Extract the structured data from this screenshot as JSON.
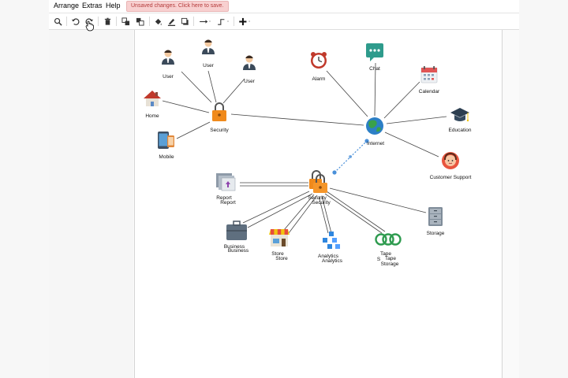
{
  "menu": {
    "items": [
      "Arrange",
      "Extras",
      "Help"
    ],
    "unsaved_notice": "Unsaved changes. Click here to save."
  },
  "toolbar": {
    "icons": [
      "zoom-icon",
      "undo-icon",
      "redo-icon",
      "delete-icon",
      "to-front-icon",
      "to-back-icon",
      "fill-color-icon",
      "line-color-icon",
      "shadow-icon",
      "connection-icon",
      "waypoints-icon",
      "insert-icon"
    ]
  },
  "diagram": {
    "nodes": {
      "user1": "User",
      "user2": "User",
      "user3": "User",
      "home": "Home",
      "mobile": "Mobile",
      "security1": "Security",
      "alarm": "Alarm",
      "chat": "Chat",
      "calendar": "Calendar",
      "internet": "Internet",
      "education": "Education",
      "support": "Customer Support",
      "report": "Report",
      "report_dup": "Report",
      "security2": "Security",
      "security2_dup": "Security",
      "storage": "Storage",
      "business": "Business",
      "business_dup": "Business",
      "store": "Store",
      "store_dup": "Store",
      "analytics": "Analytics",
      "analytics_dup": "Analytics",
      "tape": "Tape",
      "tape_dup": "Tape",
      "tape_storage": "Storage",
      "tape_s": "S"
    }
  },
  "colors": {
    "lock": "#f08a1c",
    "unsaved_bg": "#f8d0d0",
    "unsaved_text": "#b43b3b",
    "selection": "#4a90d9"
  }
}
